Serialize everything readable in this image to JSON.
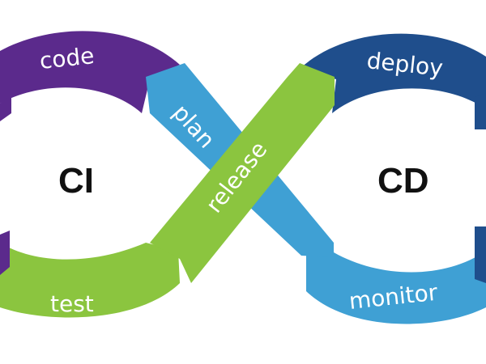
{
  "diagram": {
    "left_loop": {
      "title": "CI"
    },
    "right_loop": {
      "title": "CD"
    },
    "segments": {
      "code": {
        "label": "code",
        "color": "#5B2A8C"
      },
      "test": {
        "label": "test",
        "color": "#8BC53F"
      },
      "plan": {
        "label": "plan",
        "color": "#3FA0D4"
      },
      "release": {
        "label": "release",
        "color": "#8BC53F"
      },
      "deploy": {
        "label": "deploy",
        "color": "#1F4E8C"
      },
      "monitor": {
        "label": "monitor",
        "color": "#3FA0D4"
      }
    }
  }
}
